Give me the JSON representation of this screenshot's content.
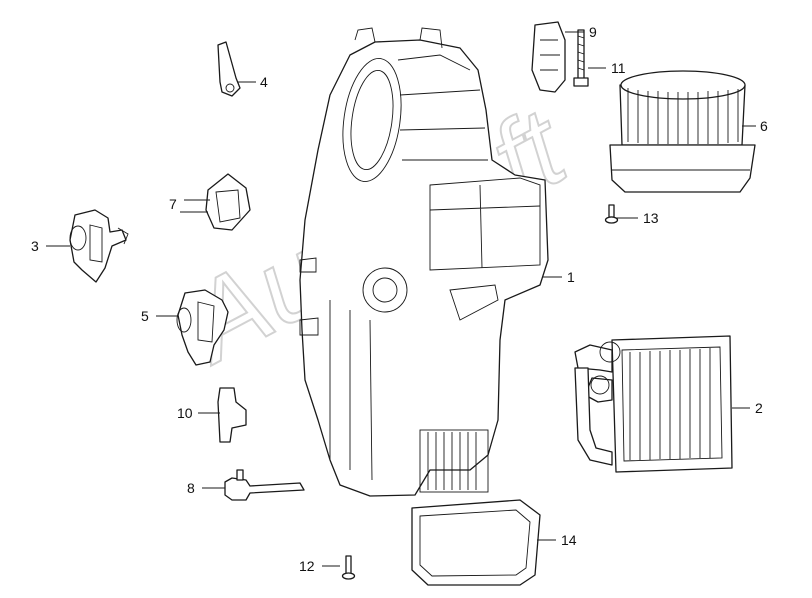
{
  "diagram": {
    "callouts": [
      {
        "id": "1",
        "text": "1"
      },
      {
        "id": "2",
        "text": "2"
      },
      {
        "id": "3",
        "text": "3"
      },
      {
        "id": "4",
        "text": "4"
      },
      {
        "id": "5",
        "text": "5"
      },
      {
        "id": "6",
        "text": "6"
      },
      {
        "id": "7",
        "text": "7"
      },
      {
        "id": "8",
        "text": "8"
      },
      {
        "id": "9",
        "text": "9"
      },
      {
        "id": "10",
        "text": "10"
      },
      {
        "id": "11",
        "text": "11"
      },
      {
        "id": "12",
        "text": "12"
      },
      {
        "id": "13",
        "text": "13"
      },
      {
        "id": "14",
        "text": "14"
      }
    ],
    "watermark": "Autosoft",
    "colors": {
      "line": "#1a1a1a",
      "background": "#ffffff",
      "watermark": "#c8c8c8"
    }
  }
}
